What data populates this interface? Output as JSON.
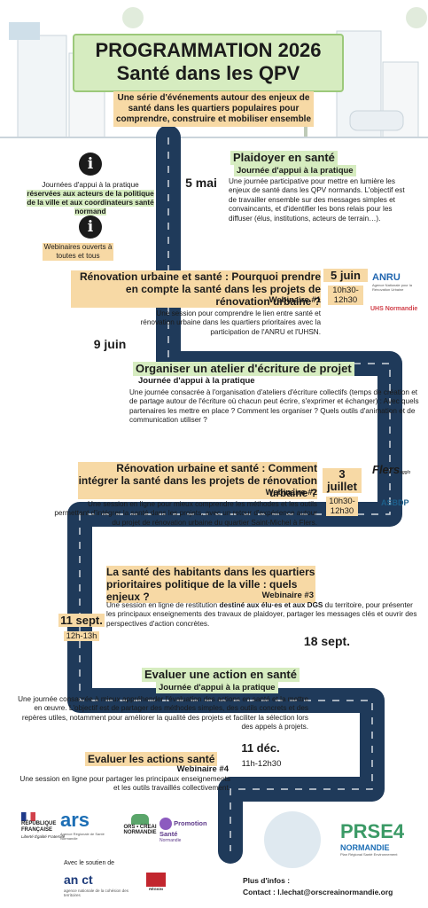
{
  "header": {
    "title_line1": "PROGRAMMATION 2026",
    "title_line2": "Santé dans les QPV",
    "subtitle": "Une série d'événements autour des enjeux de santé dans les quartiers populaires pour comprendre, construire et mobiliser ensemble"
  },
  "legend": {
    "text1_a": "Journées d'appui à la pratique",
    "text1_b": "réservées aux acteurs de la politique de la ville et aux coordinateurs santé normand",
    "text2": "Webinaires ouverts à toutes et tous"
  },
  "events": [
    {
      "date": "5 mai",
      "title": "Plaidoyer en santé",
      "subtitle": "Journée d'appui à la pratique",
      "desc": "Une journée participative pour mettre en lumière les enjeux de santé dans les QPV normands. L'objectif est de travailler ensemble sur des messages simples et convaincants, et d'identifier les bons relais pour les diffuser (élus, institutions, acteurs de terrain…)."
    },
    {
      "date": "5 juin",
      "time": "10h30-12h30",
      "title": "Rénovation urbaine et santé : Pourquoi prendre en compte la santé dans les projets de rénovation urbaine ?",
      "subtitle": "Webinaire #1",
      "desc": "Une session pour comprendre le lien entre santé et rénovation urbaine dans les quartiers prioritaires avec la participation de l'ANRU et l'UHSN."
    },
    {
      "date": "9 juin",
      "title": "Organiser un atelier d'écriture de projet",
      "subtitle": "Journée d'appui à la pratique",
      "desc": "Une journée consacrée à l'organisation d'ateliers d'écriture collectifs (temps de création et de partage autour de l'écriture où chacun peut écrire, s'exprimer et échanger) : Avec quels partenaires les mettre en place ? Comment les organiser ? Quels outils d'animation et de communication utiliser ?"
    },
    {
      "date": "3 juillet",
      "time": "10h30-12h30",
      "title": "Rénovation urbaine et santé : Comment intégrer la santé dans les projets de rénovation urbaine ?",
      "subtitle": "Webinaire #2",
      "desc": "Une session en ligne pour mieux comprendre les méthodes et les outils permettant d'intégrer la santé dans les projets, avec un retour d'expérience autour du projet de rénovation urbaine du quartier Saint-Michel à Flers."
    },
    {
      "date": "11 sept.",
      "time": "12h-13h",
      "title": "La santé des habitants dans les quartiers prioritaires politique de la ville : quels enjeux ?",
      "subtitle": "Webinaire #3",
      "desc_a": "Une session en ligne de restitution ",
      "desc_b": "destiné aux élu·es et aux DGS",
      "desc_c": " du territoire, pour présenter les principaux enseignements des travaux de plaidoyer, partager les messages clés et ouvrir des perspectives d'action concrètes."
    },
    {
      "date": "18 sept.",
      "title": "Evaluer une action en santé",
      "subtitle": "Journée d'appui à la pratique",
      "desc": "Une journée consacrée à mieux appréhender l'évaluation des actions en santé et la mettre en œuvre. L'objectif est de partager des méthodes simples, des outils concrets et des repères utiles, notamment pour améliorer la qualité des projets et faciliter la sélection lors des appels à projets."
    },
    {
      "date": "11 déc.",
      "time": "11h-12h30",
      "title": "Evaluer les actions santé",
      "subtitle": "Webinaire #4",
      "desc": "Une session en ligne pour partager les principaux enseignements et les outils travaillés collectivement."
    }
  ],
  "side_logos": {
    "anru": "ANRU",
    "anru_sub": "Agence Nationale pour la Rénovation Urbaine",
    "uhsn": "UHS Normandie",
    "flers": "Flers",
    "flers_sub": "agglo",
    "asbdp": "ASBDP"
  },
  "footer": {
    "republique": "RÉPUBLIQUE FRANÇAISE",
    "republique_motto": "Liberté Égalité Fraternité",
    "ars": "ars",
    "ars_sub": "Agence Régionale de Santé Normandie",
    "orscreai": "ORS • CREAI",
    "orscreai_sub": "NORMANDIE",
    "promotion": "Promotion Santé",
    "promotion_sub": "Normandie",
    "prse": "PRSE4",
    "prse_sub": "NORMANDIE",
    "prse_sub2": "Plan Régional Santé Environnement",
    "soutien": "Avec le soutien de",
    "anct": "an ct",
    "anct_sub": "agence nationale de la cohésion des territoires",
    "region": "RÉGION",
    "infos_label": "Plus d'infos :",
    "contact": "Contact : l.lechat@orscreainormandie.org"
  },
  "colors": {
    "road": "#1f3a5a",
    "highlight": "#f7d9a5",
    "green": "#d6ecc0",
    "accent": "#e5ac2b"
  }
}
